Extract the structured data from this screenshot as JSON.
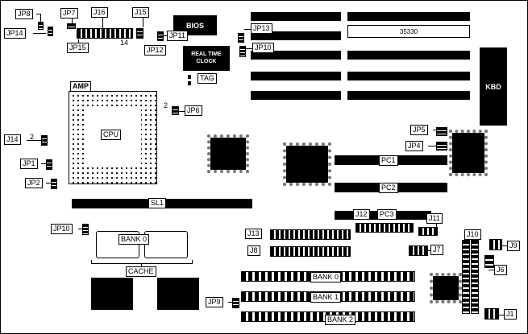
{
  "labels": {
    "jp8": "JP8",
    "jp14": "JP14",
    "jp7": "JP7",
    "j16": "J16",
    "j15": "J15",
    "jp15": "JP15",
    "jp11": "JP11",
    "jp12": "JP12",
    "num14": "14",
    "bios": "BIOS",
    "rtc_line1": "REAL TIME",
    "rtc_line2": "CLOCK",
    "tag": "TAG",
    "jp13": "JP13",
    "jp10_top": "JP10",
    "part_number": "35330",
    "kbd": "KBD",
    "amp": "AMP",
    "cpu": "CPU",
    "num2_cpu": "2",
    "jp6": "JP6",
    "j14": "J14",
    "num2_j14": "2",
    "jp1": "JP1",
    "jp2": "JP2",
    "jp5": "JP5",
    "jp4": "JP4",
    "pc1": "PC1",
    "pc2": "PC2",
    "pc3": "PC3",
    "j12": "J12",
    "j11": "J11",
    "sl1": "SL1",
    "jp10_left": "JP10",
    "cache_bank": "BANK 0",
    "cache": "CACHE",
    "j13": "J13",
    "j8": "J8",
    "j7": "J7",
    "j10": "J10",
    "j9": "J9",
    "j6": "J6",
    "j1": "J1",
    "jp9": "JP9",
    "bank0": "BANK 0",
    "bank1": "BANK 1",
    "bank2": "BANK 2"
  },
  "colors": {
    "component": "#000000",
    "background": "#ffffff"
  }
}
